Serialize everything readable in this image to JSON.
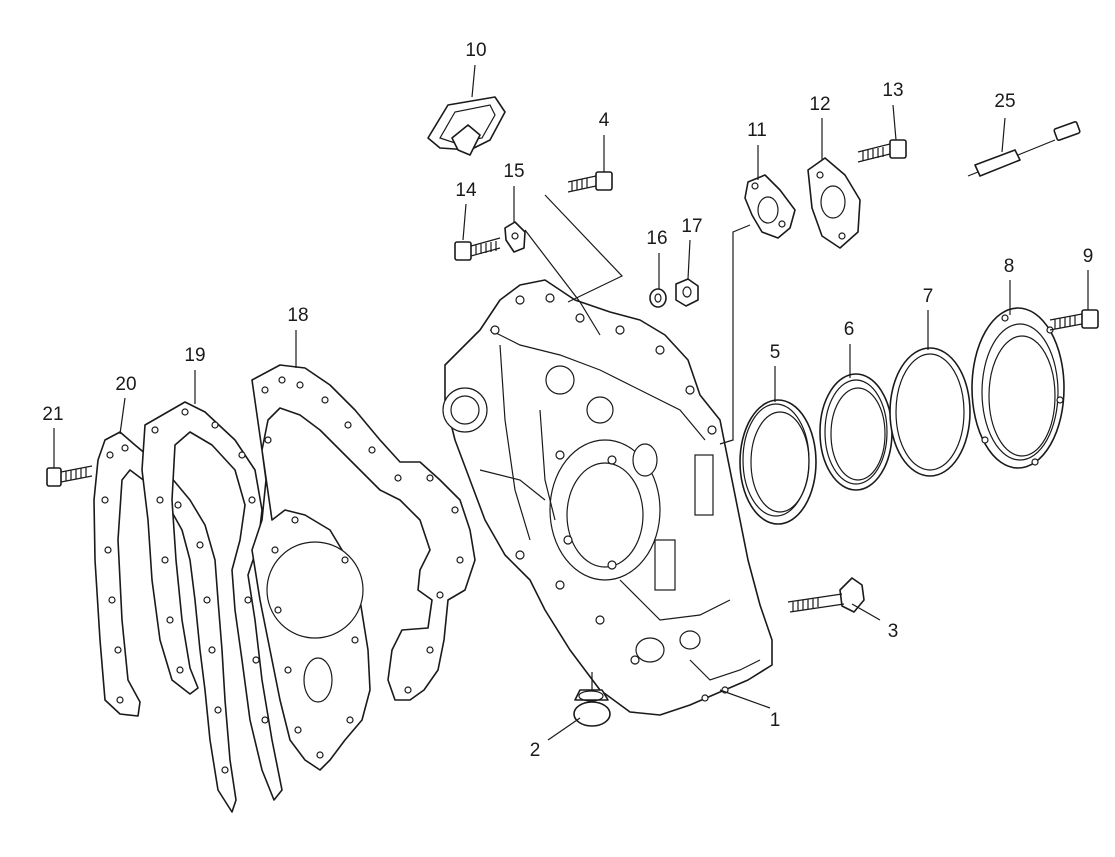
{
  "diagram": {
    "callouts": [
      {
        "id": "1",
        "text": "1"
      },
      {
        "id": "2",
        "text": "2"
      },
      {
        "id": "3",
        "text": "3"
      },
      {
        "id": "4",
        "text": "4"
      },
      {
        "id": "5",
        "text": "5"
      },
      {
        "id": "6",
        "text": "6"
      },
      {
        "id": "7",
        "text": "7"
      },
      {
        "id": "8",
        "text": "8"
      },
      {
        "id": "9",
        "text": "9"
      },
      {
        "id": "10",
        "text": "10"
      },
      {
        "id": "11",
        "text": "11"
      },
      {
        "id": "12",
        "text": "12"
      },
      {
        "id": "13",
        "text": "13"
      },
      {
        "id": "14",
        "text": "14"
      },
      {
        "id": "15",
        "text": "15"
      },
      {
        "id": "16",
        "text": "16"
      },
      {
        "id": "17",
        "text": "17"
      },
      {
        "id": "18",
        "text": "18"
      },
      {
        "id": "19",
        "text": "19"
      },
      {
        "id": "20",
        "text": "20"
      },
      {
        "id": "21",
        "text": "21"
      },
      {
        "id": "25",
        "text": "25"
      }
    ]
  }
}
